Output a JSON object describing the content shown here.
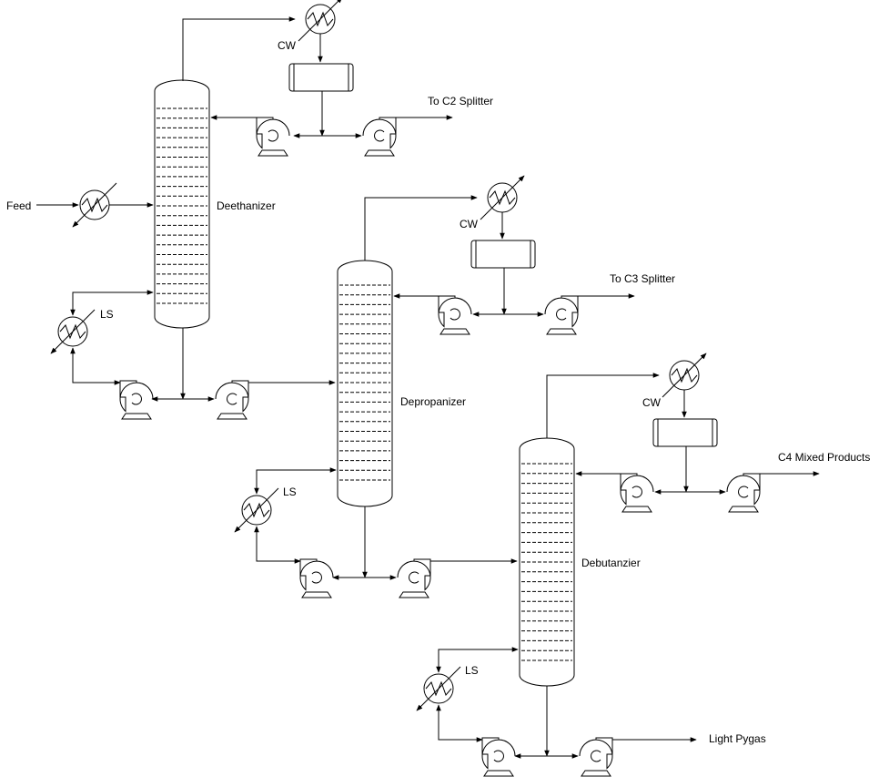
{
  "labels": {
    "feed": "Feed",
    "deethanizer": "Deethanizer",
    "depropanizer": "Depropanizer",
    "debutanizer": "Debutanzier",
    "cw_1": "CW",
    "cw_2": "CW",
    "cw_3": "CW",
    "ls_1": "LS",
    "ls_2": "LS",
    "ls_3": "LS",
    "to_c2_splitter": "To C2 Splitter",
    "to_c3_splitter": "To C3 Splitter",
    "c4_mixed_products": "C4 Mixed Products",
    "light_pygas": "Light Pygas"
  },
  "colors": {
    "line": "#000000",
    "background": "#ffffff"
  }
}
